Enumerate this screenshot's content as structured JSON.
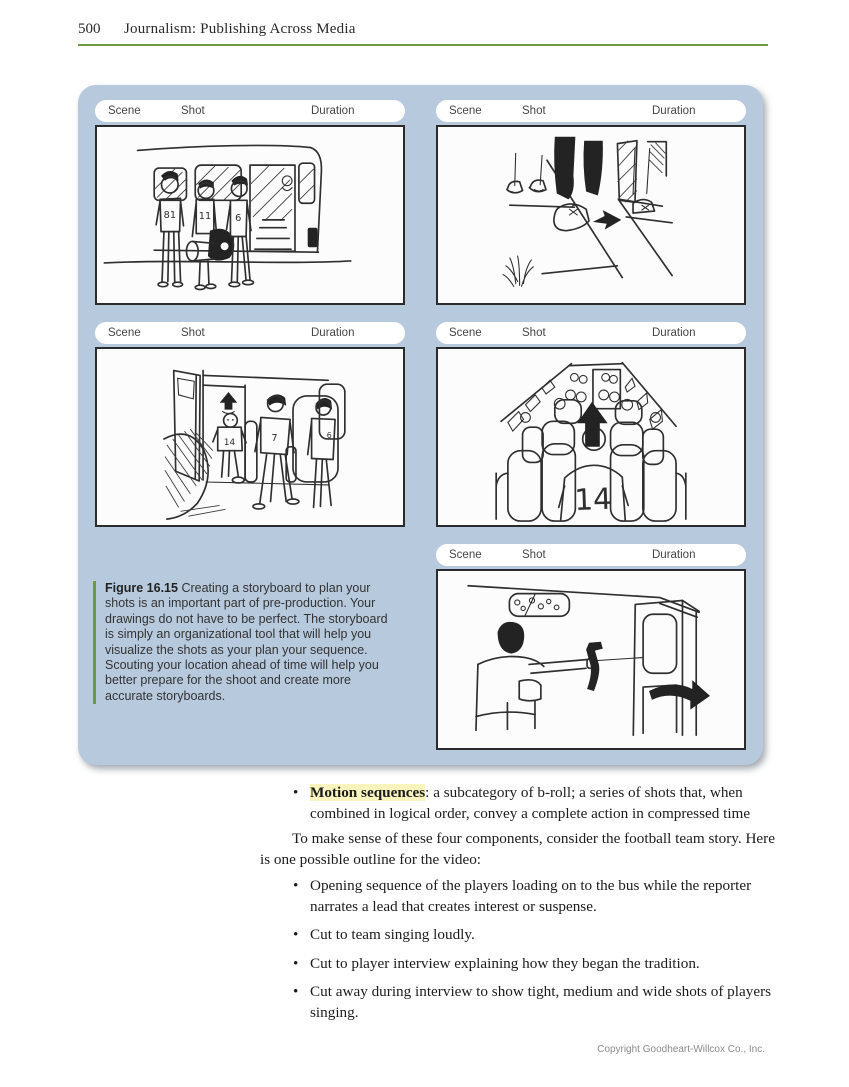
{
  "page": {
    "number": "500",
    "running_head": "Journalism: Publishing Across Media",
    "copyright": "Copyright Goodheart-Willcox Co., Inc."
  },
  "colors": {
    "panel_blue": "#b7c9dd",
    "accent_green": "#6a9c3f",
    "highlight_yellow": "#f9f3be"
  },
  "storyboard": {
    "column_labels": {
      "scene": "Scene",
      "shot": "Shot",
      "duration": "Duration"
    },
    "frames": [
      {
        "name": "players-boarding-bus",
        "description": "Three football players with a duffel bag line up to load onto the team bus",
        "jerseys": [
          "81",
          "11",
          "6"
        ]
      },
      {
        "name": "closeup-feet-boarding",
        "description": "Close-up of a player's feet stepping onto the bus steps with arrow pointing right"
      },
      {
        "name": "players-walking-aisle",
        "description": "Players walk down the bus aisle past the open door with arrow pointing up",
        "jerseys": [
          "14",
          "7",
          "6"
        ]
      },
      {
        "name": "team-seated-rear-view",
        "description": "Rear view of the seated team on the bus; player 14 stands in the aisle under an up arrow",
        "jerseys": [
          "14"
        ]
      },
      {
        "name": "driver-closing-door",
        "description": "Driver pulls the lever to close the bus door; curved arrow points right"
      }
    ],
    "caption": {
      "label": "Figure 16.15",
      "text": "Creating a storyboard to plan your shots is an important part of pre-production. Your drawings do not have to be perfect. The storyboard is simply an organizational tool that will help you visualize the shots as your plan your sequence. Scouting your location ahead of time will help you better prepare for the shoot and create more accurate storyboards."
    }
  },
  "body": {
    "bullet_char": "•",
    "term_bullet": {
      "term": "Motion sequences",
      "rest": ": a subcategory of b-roll; a series of shots that, when combined in logical order, convey a complete action in compressed time"
    },
    "paragraph": "To make sense of these four components, consider the football team story. Here is one possible outline for the video:",
    "outline_bullets": [
      "Opening sequence of the players loading on to the bus while the reporter narrates a lead that creates interest or suspense.",
      "Cut to team singing loudly.",
      "Cut to player interview explaining how they began the tradition.",
      "Cut away during interview to show tight, medium and wide shots of players singing."
    ]
  }
}
